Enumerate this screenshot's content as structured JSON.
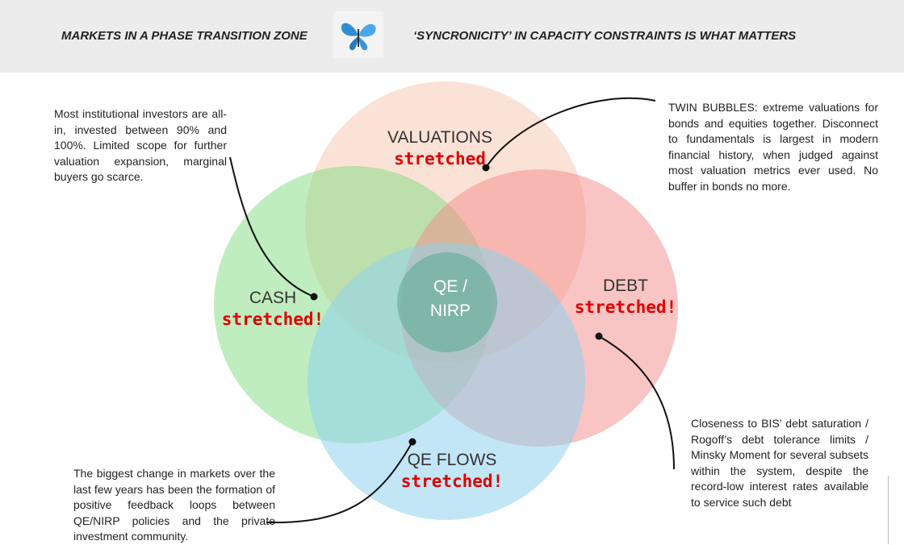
{
  "header": {
    "left_title": "MARKETS IN A PHASE TRANSITION ZONE",
    "right_title": "‘SYNCRONICITY’ IN CAPACITY CONSTRAINTS  IS WHAT MATTERS"
  },
  "circles": {
    "valuations": {
      "name": "VALUATIONS",
      "status": "stretched",
      "color": "#fbdccc"
    },
    "cash": {
      "name": "CASH",
      "status": "stretched!",
      "color": "#9be39b"
    },
    "debt": {
      "name": "DEBT",
      "status": "stretched!",
      "color": "#f7a3a3"
    },
    "qe_flows": {
      "name": "QE FLOWS",
      "status": "stretched!",
      "color": "#a7dcf0"
    }
  },
  "center": {
    "line1": "QE /",
    "line2": "NIRP"
  },
  "notes": {
    "top_left": "Most institutional investors are all-in, invested between 90% and 100%. Limited scope for further valuation expansion, marginal buyers go scarce.",
    "top_right": "TWIN BUBBLES: extreme valuations for bonds and equities together. Disconnect to fundamentals is largest in modern financial history, when judged against most valuation metrics ever used. No buffer in bonds no more.",
    "bottom_left": "The biggest change in markets over the last few years has been the formation of positive feedback loops between QE/NIRP policies and the private investment community.",
    "bottom_right": "Closeness to BIS’ debt saturation / Rogoff’s debt tolerance limits / Minsky Moment for several subsets within the system, despite the record-low interest rates available to service such debt"
  },
  "colors": {
    "stretched": "#e00000",
    "header_bg": "#ececec"
  },
  "icons": {
    "header_image": "butterfly-icon"
  }
}
